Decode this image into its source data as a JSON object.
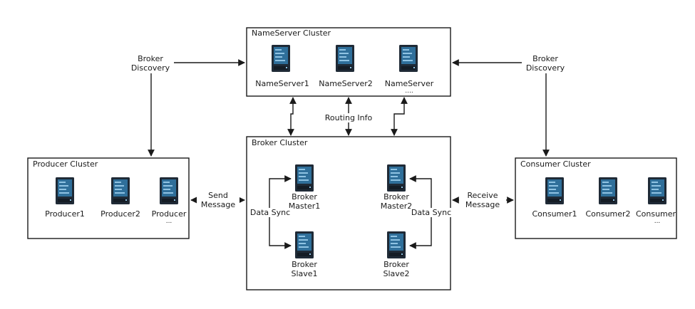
{
  "clusters": {
    "nameserver": {
      "title": "NameServer Cluster",
      "nodes": [
        "NameServer1",
        "NameServer2",
        "NameServer"
      ],
      "ellipsis": "...."
    },
    "broker": {
      "title": "Broker Cluster"
    },
    "producer": {
      "title": "Producer Cluster",
      "nodes": [
        "Producer1",
        "Producer2",
        "Producer"
      ],
      "ellipsis": "..."
    },
    "consumer": {
      "title": "Consumer Cluster",
      "nodes": [
        "Consumer1",
        "Consumer2",
        "Consumer"
      ],
      "ellipsis": "..."
    }
  },
  "broker_nodes": {
    "master1": [
      "Broker",
      "Master1"
    ],
    "master2": [
      "Broker",
      "Master2"
    ],
    "slave1": [
      "Broker",
      "Slave1"
    ],
    "slave2": [
      "Broker",
      "Slave2"
    ]
  },
  "labels": {
    "broker_discovery_left": [
      "Broker",
      "Discovery"
    ],
    "broker_discovery_right": [
      "Broker",
      "Discovery"
    ],
    "routing_info": "Routing Info",
    "send_message": [
      "Send",
      "Message"
    ],
    "receive_message": [
      "Receive",
      "Message"
    ],
    "data_sync_left": "Data Sync",
    "data_sync_right": "Data Sync"
  },
  "colors": {
    "line": "#1a1a1a",
    "server_body": "#1f2a36",
    "server_screen": "#2f6f9a",
    "server_slot": "#8fc3e3"
  },
  "icons": {
    "server": "server-icon"
  }
}
